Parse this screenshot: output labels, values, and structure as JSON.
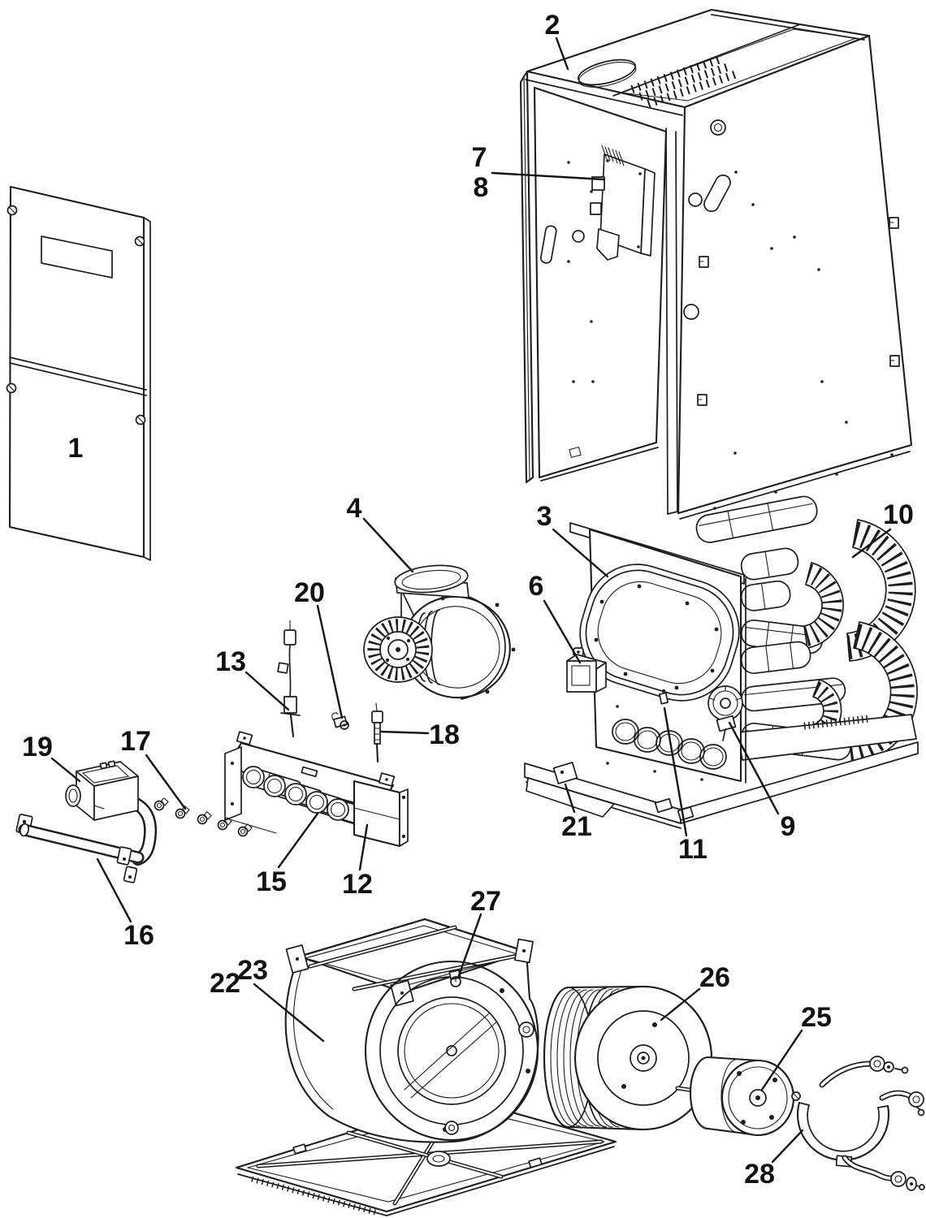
{
  "colors": {
    "background": "#ffffff",
    "line": "#1d1d1d",
    "label": "#111111"
  },
  "callouts": [
    {
      "num": "1",
      "target": "front-door-panel"
    },
    {
      "num": "2",
      "target": "cabinet"
    },
    {
      "num": "3",
      "target": "heat-exchanger-front-panel"
    },
    {
      "num": "4",
      "target": "inducer-draft-blower"
    },
    {
      "num": "6",
      "target": "junction-box"
    },
    {
      "num": "7",
      "target": "control-board"
    },
    {
      "num": "8",
      "target": "control-board-bracket"
    },
    {
      "num": "9",
      "target": "pressure-switch"
    },
    {
      "num": "10",
      "target": "heat-exchanger-tube-assembly"
    },
    {
      "num": "11",
      "target": "panel-fastener"
    },
    {
      "num": "12",
      "target": "burner-box-bracket"
    },
    {
      "num": "13",
      "target": "flame-sensor"
    },
    {
      "num": "15",
      "target": "burner-set"
    },
    {
      "num": "16",
      "target": "gas-manifold"
    },
    {
      "num": "17",
      "target": "burner-orifices"
    },
    {
      "num": "18",
      "target": "igniter"
    },
    {
      "num": "19",
      "target": "gas-valve"
    },
    {
      "num": "20",
      "target": "wire-clip"
    },
    {
      "num": "21",
      "target": "base-switch-bracket"
    },
    {
      "num": "22",
      "target": "blower-housing"
    },
    {
      "num": "23",
      "target": "blower-assembly"
    },
    {
      "num": "25",
      "target": "blower-motor"
    },
    {
      "num": "26",
      "target": "blower-wheel"
    },
    {
      "num": "27",
      "target": "housing-clip"
    },
    {
      "num": "28",
      "target": "motor-mount-band"
    }
  ]
}
